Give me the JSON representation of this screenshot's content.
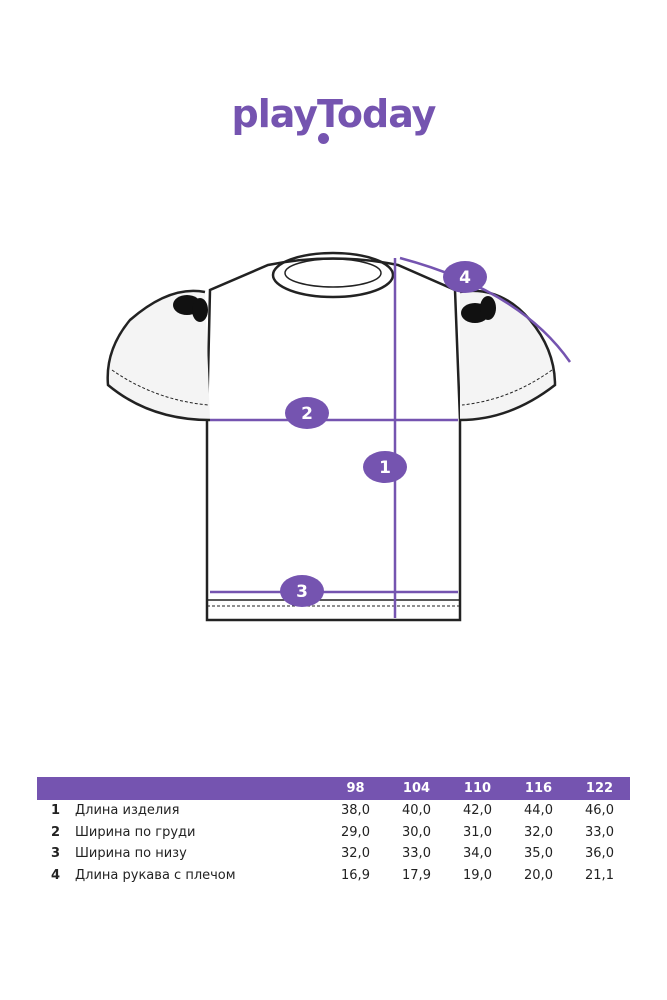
{
  "brand": {
    "logo_text": "playToday",
    "color": "#7554b0"
  },
  "diagram": {
    "markers": [
      "1",
      "2",
      "3",
      "4"
    ]
  },
  "table": {
    "sizes": [
      "98",
      "104",
      "110",
      "116",
      "122"
    ],
    "rows": [
      {
        "num": "1",
        "label": "Длина изделия",
        "values": [
          "38,0",
          "40,0",
          "42,0",
          "44,0",
          "46,0"
        ]
      },
      {
        "num": "2",
        "label": "Ширина по груди",
        "values": [
          "29,0",
          "30,0",
          "31,0",
          "32,0",
          "33,0"
        ]
      },
      {
        "num": "3",
        "label": "Ширина по низу",
        "values": [
          "32,0",
          "33,0",
          "34,0",
          "35,0",
          "36,0"
        ]
      },
      {
        "num": "4",
        "label": "Длина рукава с плечом",
        "values": [
          "16,9",
          "17,9",
          "19,0",
          "20,0",
          "21,1"
        ]
      }
    ]
  }
}
